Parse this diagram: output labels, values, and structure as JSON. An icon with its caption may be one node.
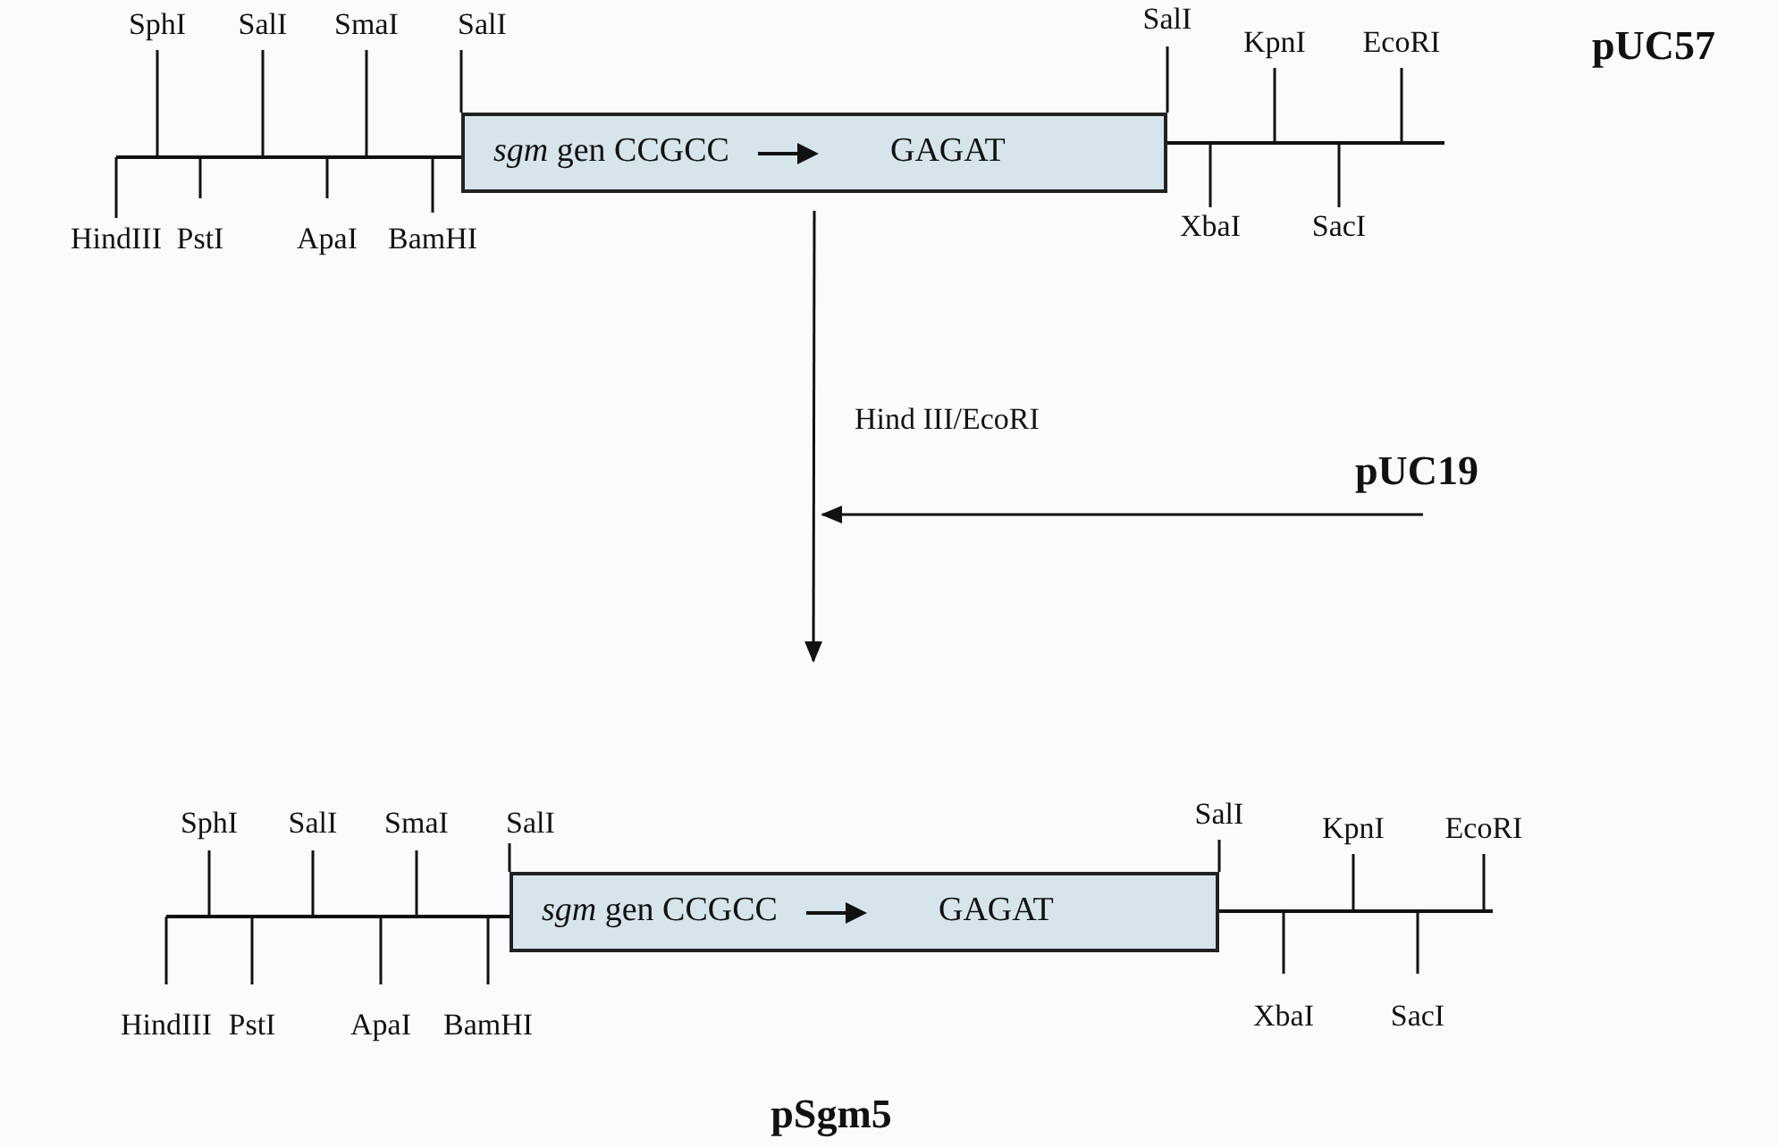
{
  "diagram": {
    "nodes": [
      {
        "text": [
          "*sgm* gen CCGCC",
          "GAGAT"
        ]
      },
      {
        "text": [
          "pUC19"
        ]
      },
      {
        "text": [
          "*sgm* gen CCGCC",
          "GAGAT"
        ]
      }
    ],
    "edges": [
      {
        "from": 0,
        "to": null,
        "arrow": "to",
        "label": "Hind III/EcoRI"
      },
      {
        "from": 1,
        "to": null,
        "arrow": "to"
      }
    ],
    "labels": [
      "SphI",
      "SalI",
      "SmaI",
      "SalI",
      "SalI",
      "KpnI",
      "EcoRI",
      "pUC57",
      "HindIII",
      "PstI",
      "ApaI",
      "BamHI",
      "XbaI",
      "SacI",
      "SphI",
      "SalI",
      "SmaI",
      "SalI",
      "SalI",
      "KpnI",
      "EcoRI",
      "HindIII",
      "PstI",
      "ApaI",
      "BamHI",
      "XbaI",
      "SacI",
      "pSgm5"
    ]
  }
}
